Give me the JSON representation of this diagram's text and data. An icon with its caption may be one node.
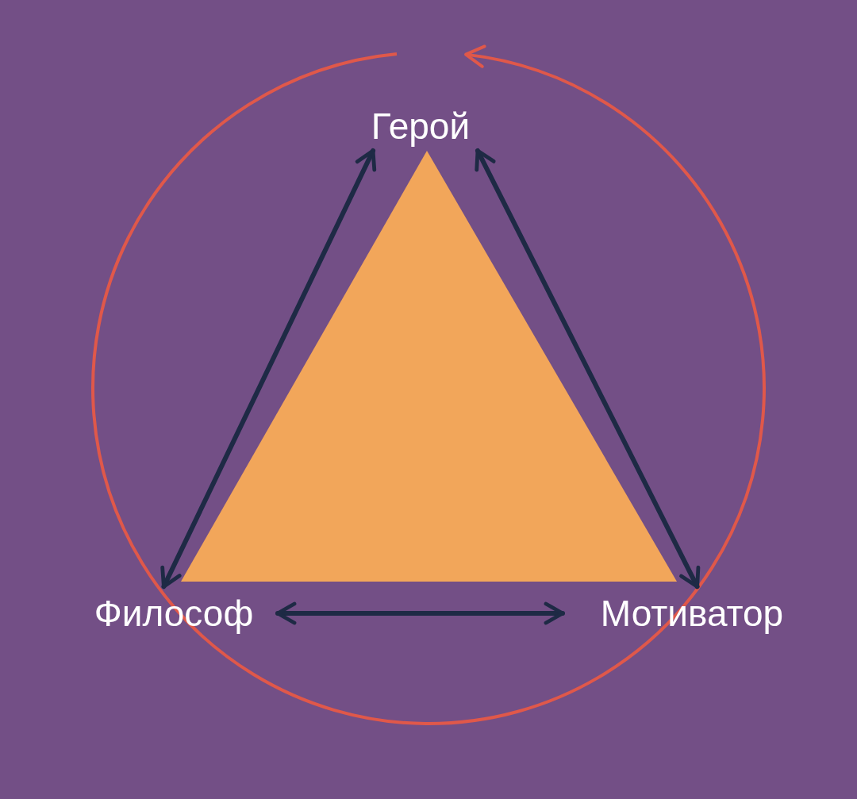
{
  "diagram": {
    "nodes": [
      {
        "text": [
          "Герой"
        ]
      },
      {
        "text": [
          "Философ"
        ]
      },
      {
        "text": [
          "Мотиватор"
        ]
      },
      {
        "text": [],
        "shape": "triangle"
      }
    ],
    "edges": [
      {
        "from": 0,
        "to": 1,
        "arrow": "both"
      },
      {
        "from": 0,
        "to": 2,
        "arrow": "both"
      },
      {
        "from": 1,
        "to": 2,
        "arrow": "both"
      }
    ]
  }
}
